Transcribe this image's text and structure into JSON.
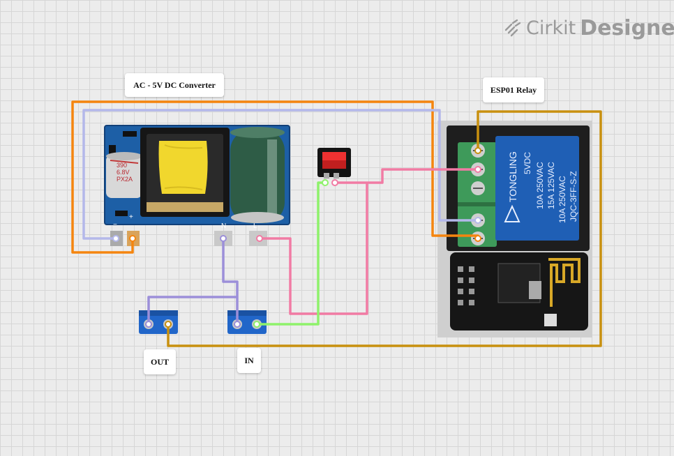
{
  "logo": {
    "part1": "Cirkit",
    "part2": "Designer"
  },
  "labels": {
    "converter": "AC - 5V DC Converter",
    "relay": "ESP01 Relay",
    "out": "OUT",
    "in": "IN"
  },
  "converter_text": {
    "cap_small": [
      "390",
      "6.8V",
      "PX2A"
    ],
    "pin_neg": "−",
    "pin_pos": "+",
    "pin_n": "N",
    "pin_l": "L"
  },
  "relay_text": {
    "brand": "TONGLING",
    "voltage": "5VDC",
    "ratings": [
      "10A 250VAC",
      "15A 125VAC",
      "10A 250VAC"
    ],
    "model": "JQC-3FF-S-Z"
  },
  "colors": {
    "orange": "#f5850f",
    "lavender": "#b4b8ea",
    "pink": "#f17ba4",
    "green": "#8ef26b",
    "purple": "#9c8fd9",
    "gold": "#c8900f",
    "pcb_blue": "#1d5fa6",
    "terminal_blue": "#2166c9",
    "relay_blue": "#1f5fb5",
    "terminal_green": "#3e9a5a"
  }
}
